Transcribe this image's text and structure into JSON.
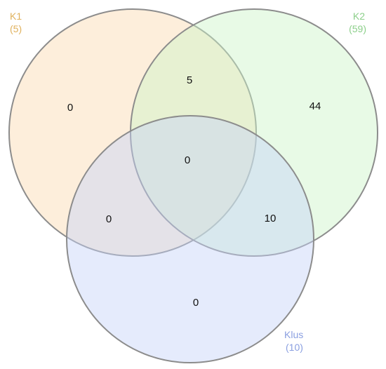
{
  "diagram": {
    "type": "venn-3",
    "sets": [
      {
        "id": "k1",
        "name": "K1",
        "size": "(5)",
        "fill": "#fbd9b0",
        "label_color": "#e0b15c"
      },
      {
        "id": "k2",
        "name": "K2",
        "size": "(59)",
        "fill": "#cdf5c8",
        "label_color": "#8ccf8a"
      },
      {
        "id": "klus",
        "name": "Klus",
        "size": "(10)",
        "fill": "#c5d3f8",
        "label_color": "#8a9fe0"
      }
    ],
    "outline_color": "#8c8c8c",
    "regions": {
      "k1_only": "0",
      "k2_only": "44",
      "klus_only": "0",
      "k1_k2": "5",
      "k1_klus": "0",
      "k2_klus": "10",
      "all": "0"
    }
  }
}
